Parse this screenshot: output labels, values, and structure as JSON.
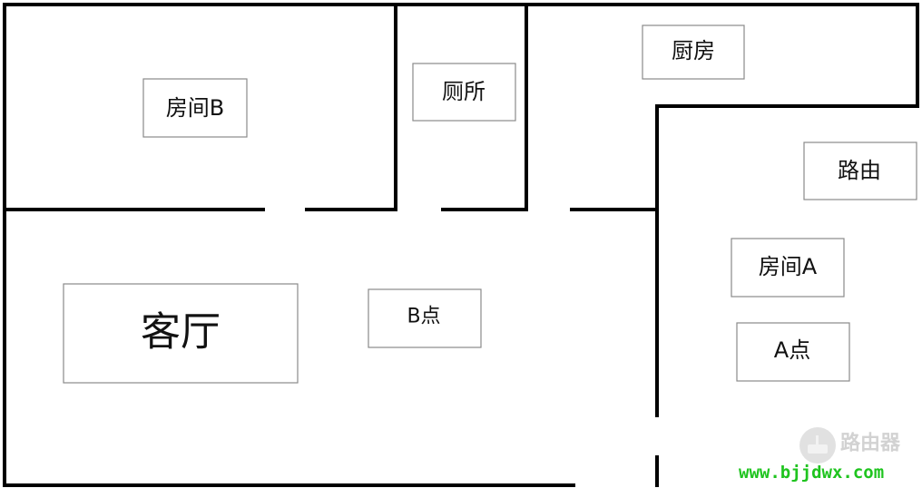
{
  "rooms": {
    "room_b": "房间B",
    "toilet": "厕所",
    "kitchen": "厨房",
    "router": "路由",
    "room_a": "房间A",
    "point_a": "A点",
    "living_room": "客厅",
    "point_b": "B点"
  },
  "watermark": {
    "text": "路由器",
    "url": "www.bjjdwx.com",
    "icon": "router-logo-icon",
    "url_color": "#1fc41f"
  }
}
